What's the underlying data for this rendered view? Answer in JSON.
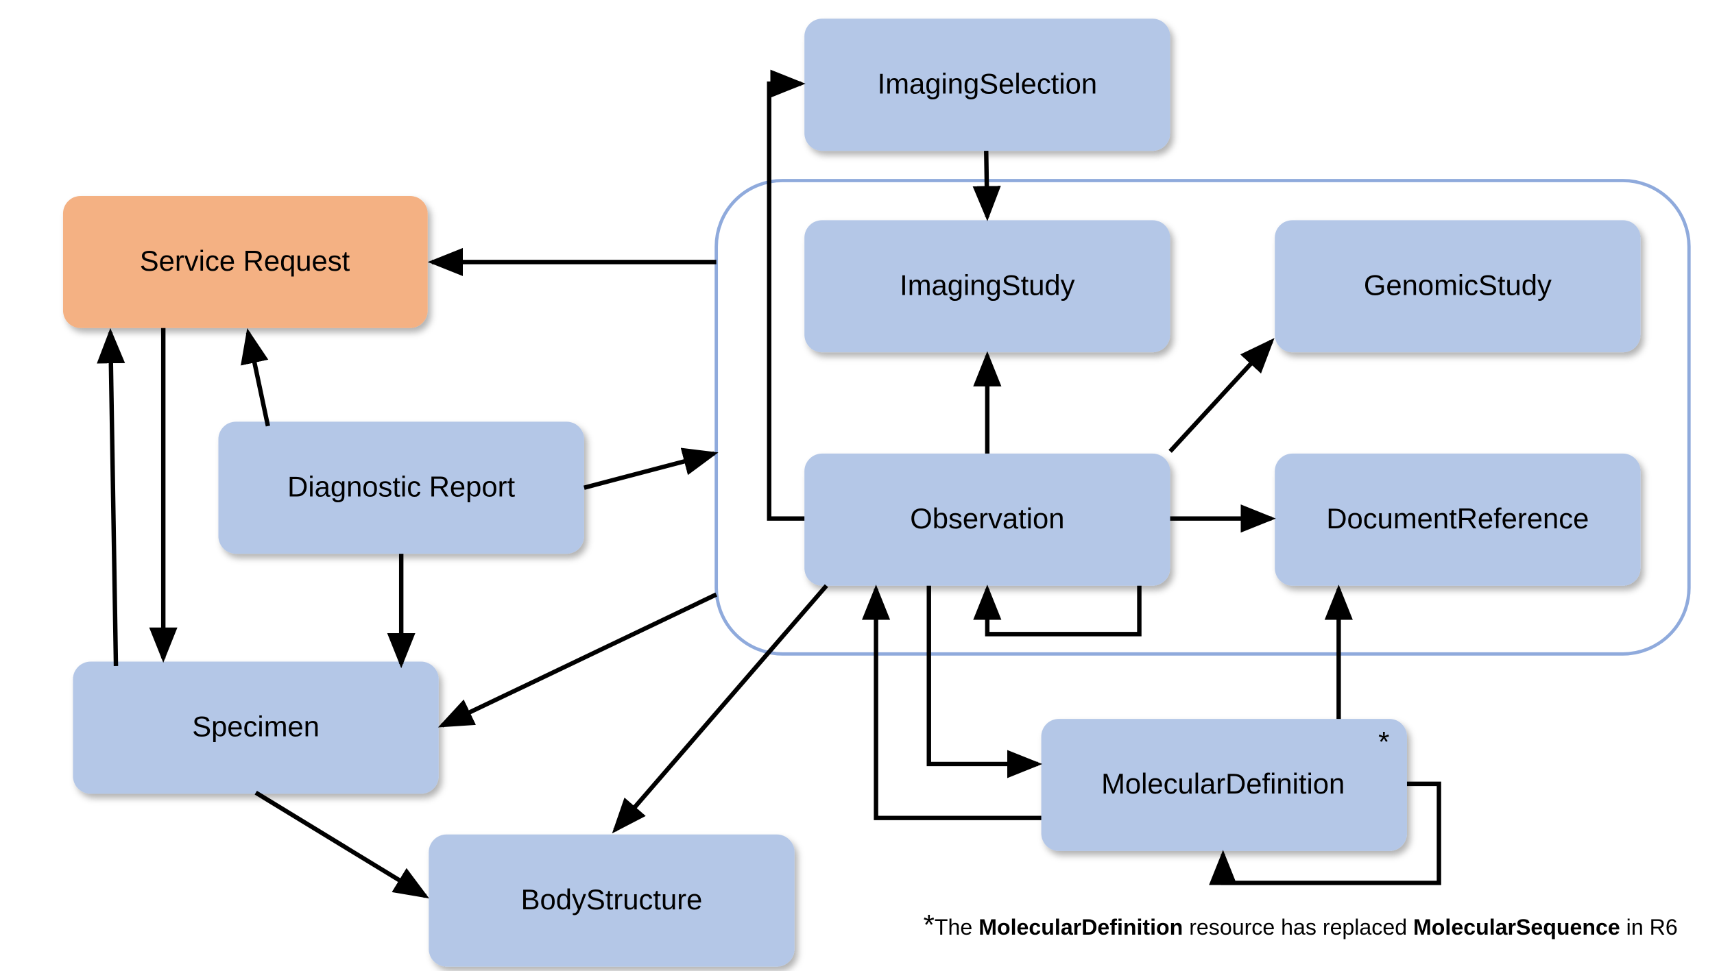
{
  "colors": {
    "resource_box": "#B4C7E7",
    "service_request_box": "#F4B183",
    "group_border": "#8FAADC",
    "arrow": "#000000"
  },
  "nodes": {
    "imaging_selection": "ImagingSelection",
    "service_request": "Service Request",
    "imaging_study": "ImagingStudy",
    "genomic_study": "GenomicStudy",
    "diagnostic_report": "Diagnostic Report",
    "observation": "Observation",
    "document_reference": "DocumentReference",
    "specimen": "Specimen",
    "molecular_definition": "MolecularDefinition",
    "body_structure": "BodyStructure"
  },
  "molecular_definition_marker": "*",
  "footnote": {
    "marker": "*",
    "part1": "The ",
    "bold1": "MolecularDefinition",
    "part2": " resource has replaced ",
    "bold2": "MolecularSequence",
    "part3": " in R6"
  }
}
